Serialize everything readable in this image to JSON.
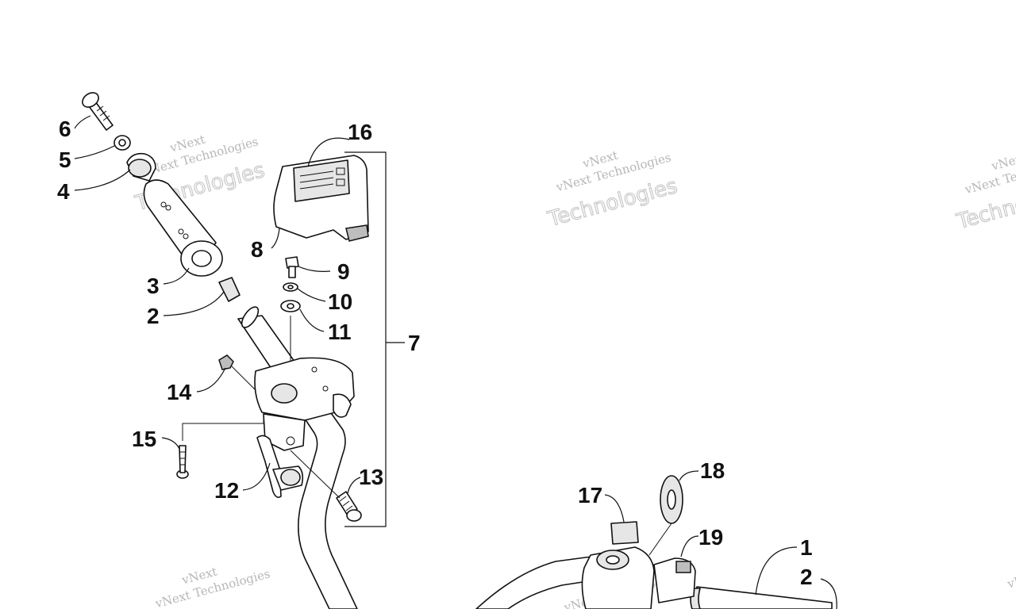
{
  "callouts": {
    "c1": "1",
    "c2a": "2",
    "c2b": "2",
    "c3": "3",
    "c4": "4",
    "c5": "5",
    "c6": "6",
    "c7": "7",
    "c8": "8",
    "c9": "9",
    "c10": "10",
    "c11": "11",
    "c12": "12",
    "c13": "13",
    "c14": "14",
    "c15": "15",
    "c16": "16",
    "c17": "17",
    "c18": "18",
    "c19": "19"
  },
  "watermark": {
    "brand": "vNext",
    "company": "vNext Technologies",
    "word": "Technologies"
  }
}
